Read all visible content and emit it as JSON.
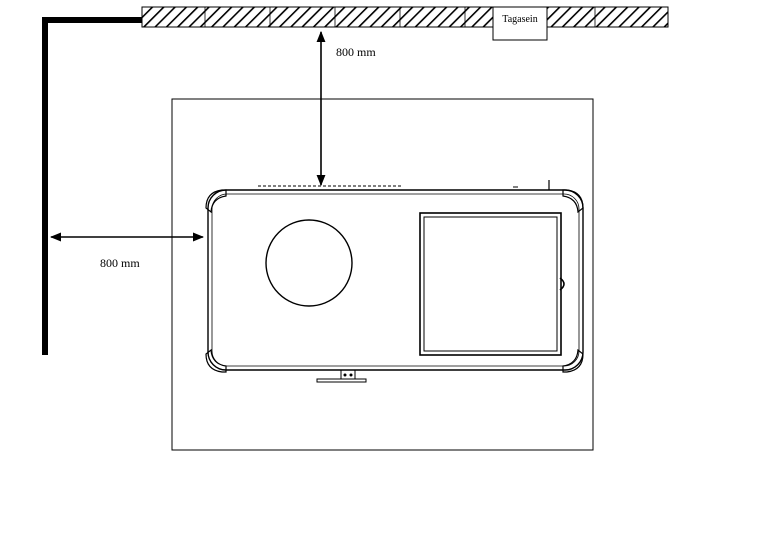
{
  "labels": {
    "back_wall": "Tagasein",
    "distance_back": "800 mm",
    "distance_side": "800 mm"
  },
  "colors": {
    "line": "#000000",
    "background": "#ffffff"
  }
}
